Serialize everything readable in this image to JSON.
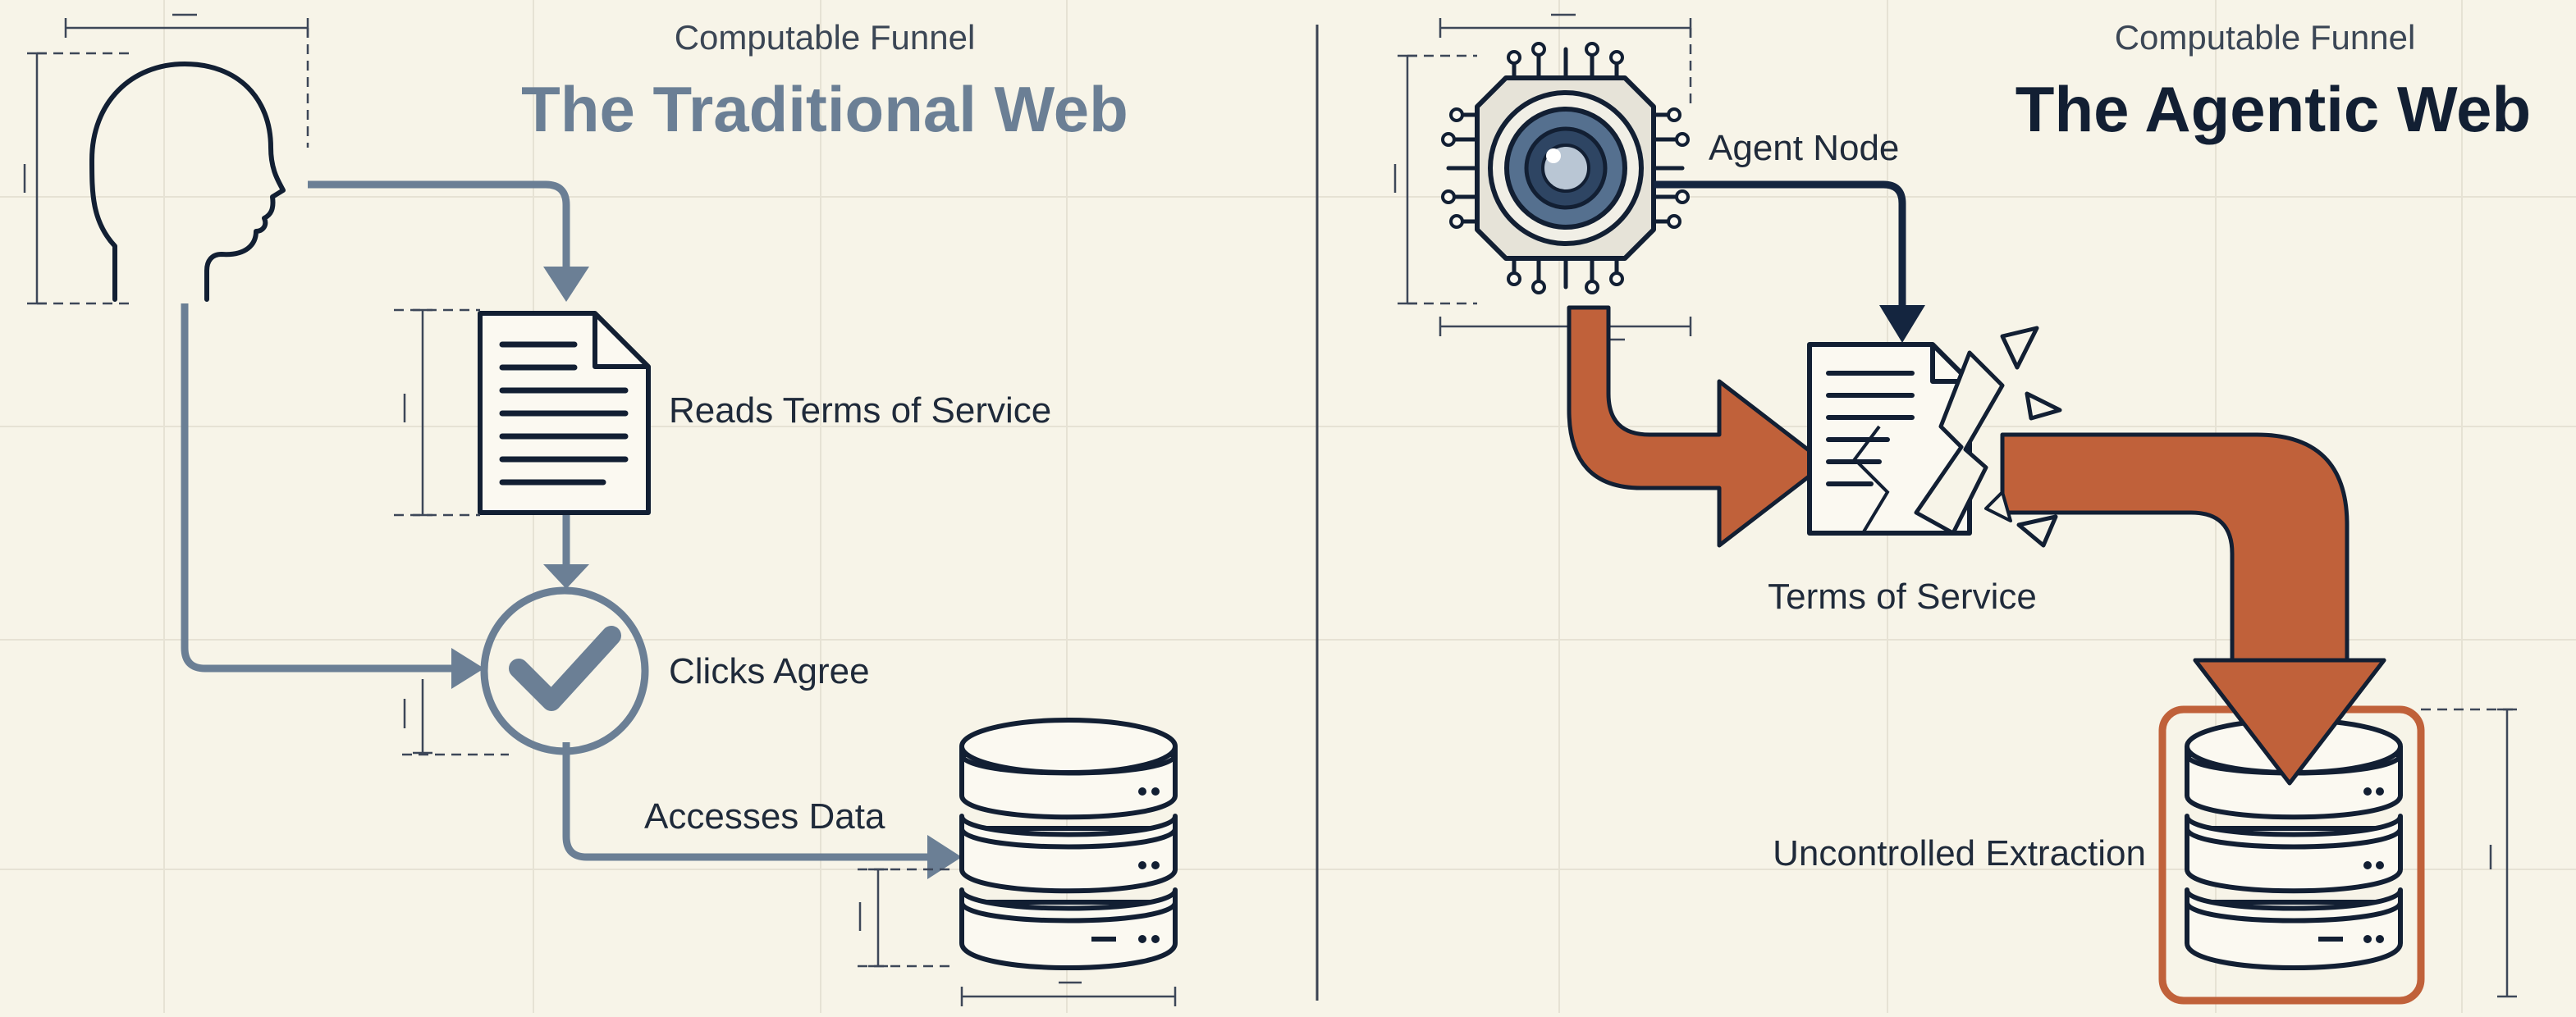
{
  "left_panel": {
    "subtitle": "Computable Funnel",
    "title": "The Traditional Web",
    "icons": [
      "person-head-icon",
      "document-icon",
      "checkmark-circle-icon",
      "database-icon"
    ],
    "steps": {
      "reads": "Reads Terms of Service",
      "clicks": "Clicks Agree",
      "accesses": "Accesses Data"
    }
  },
  "right_panel": {
    "subtitle": "Computable Funnel",
    "title": "The Agentic Web",
    "icons": [
      "agent-chip-icon",
      "broken-document-icon",
      "database-icon"
    ],
    "labels": {
      "agent": "Agent Node",
      "tos": "Terms of Service",
      "extraction": "Uncontrolled Extraction"
    }
  },
  "colors": {
    "background": "#f7f4e8",
    "traditional_flow": "#6b7f95",
    "agentic_dark": "#14253f",
    "agentic_accent": "#c0613a"
  }
}
